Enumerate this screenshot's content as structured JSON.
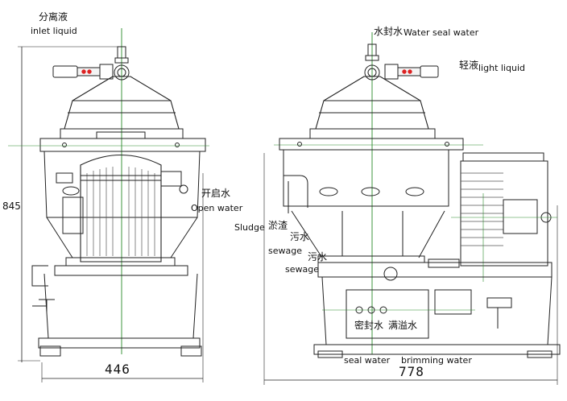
{
  "labels": {
    "inlet_cn": "分离液",
    "inlet_en": "inlet liquid",
    "water_seal_cn": "水封水",
    "water_seal_en": "Water seal water",
    "light_liquid_cn": "轻液",
    "light_liquid_en": "light liquid",
    "open_water_cn": "开启水",
    "open_water_en": "Open water",
    "sludge_en": "Sludge",
    "sludge_cn": "淤渣",
    "sewage1_cn": "污水",
    "sewage1_en": "sewage",
    "sewage2_cn": "污水",
    "sewage2_en": "sewage",
    "seal_water_cn": "密封水",
    "brimming_water_cn": "满溢水",
    "seal_water_en": "seal water",
    "brimming_water_en": "brimming water"
  },
  "dimensions": {
    "height": "845",
    "front_width": "446",
    "side_width": "778"
  }
}
